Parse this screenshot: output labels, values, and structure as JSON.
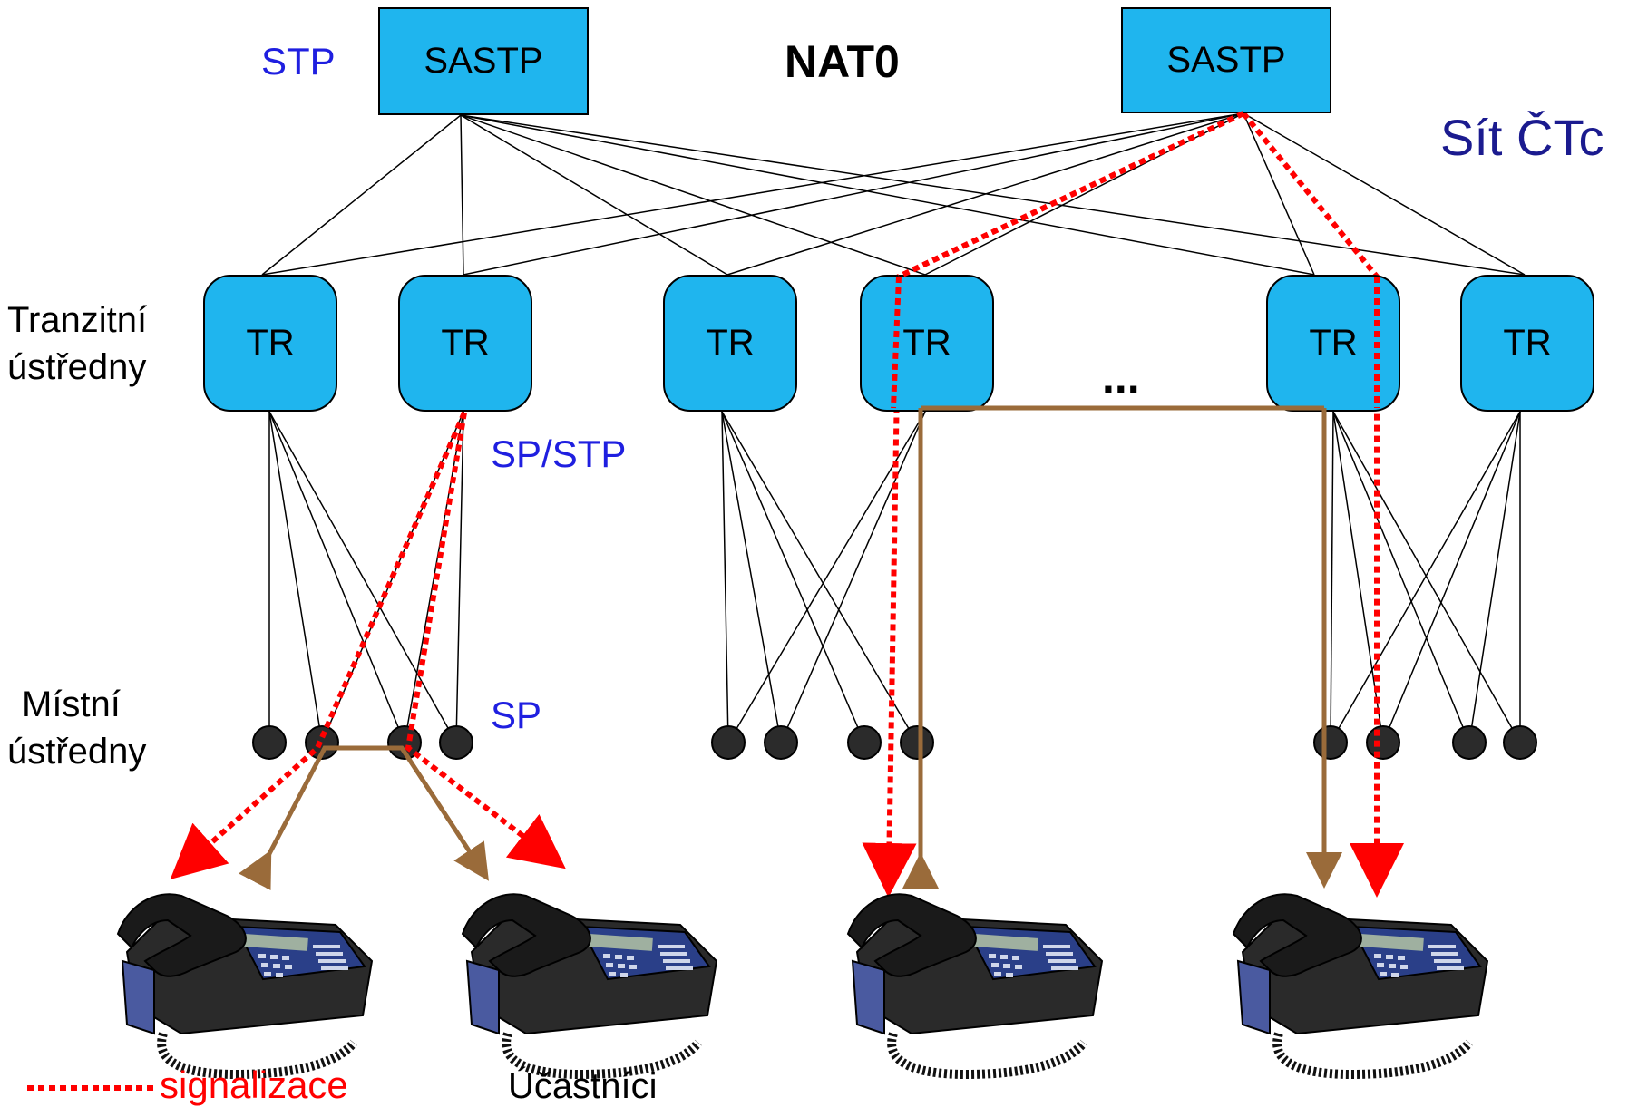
{
  "title": "NAT0",
  "network_label": "Sít ČTc",
  "stp_label": "STP",
  "sp_stp_label": "SP/STP",
  "sp_label": "SP",
  "sastp": [
    "SASTP",
    "SASTP"
  ],
  "tr": [
    "TR",
    "TR",
    "TR",
    "TR",
    "TR",
    "TR"
  ],
  "ellipsis": "...",
  "transit_label": [
    "Tranzitní",
    "ústředny"
  ],
  "local_label": [
    "Místní",
    "ústředny"
  ],
  "legend": {
    "dots": "........",
    "signal": "signalizace"
  },
  "subscribers_label": "Účastníci",
  "colors": {
    "box": "#1fb5ee",
    "signal": "#ff0000",
    "voice": "#9a6b3a",
    "text_blue": "#1f1fe0",
    "text_navy": "#1b1b8f"
  }
}
